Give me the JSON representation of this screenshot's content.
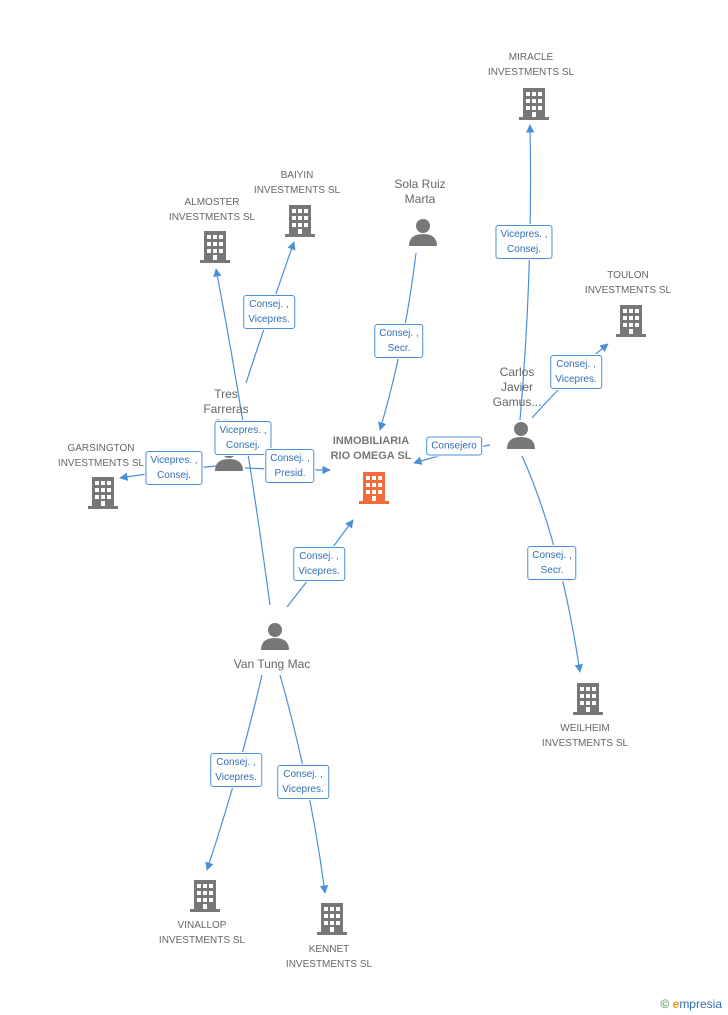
{
  "colors": {
    "edge": "#4a90d9",
    "node": "#777777",
    "focus": "#f26b3a"
  },
  "nodes": {
    "focus": {
      "label": "INMOBILIARIA\nRIO OMEGA SL",
      "icon": "building-icon"
    },
    "miracle": {
      "label": "MIRACLE\nINVESTMENTS SL",
      "icon": "building-icon"
    },
    "baiyin": {
      "label": "BAIYIN\nINVESTMENTS SL",
      "icon": "building-icon"
    },
    "almoster": {
      "label": "ALMOSTER\nINVESTMENTS SL",
      "icon": "building-icon"
    },
    "toulon": {
      "label": "TOULON\nINVESTMENTS SL",
      "icon": "building-icon"
    },
    "garsington": {
      "label": "GARSINGTON\nINVESTMENTS SL",
      "icon": "building-icon"
    },
    "weilheim": {
      "label": "WEILHEIM\nINVESTMENTS SL",
      "icon": "building-icon"
    },
    "vinallop": {
      "label": "VINALLOP\nINVESTMENTS SL",
      "icon": "building-icon"
    },
    "kennet": {
      "label": "KENNET\nINVESTMENTS SL",
      "icon": "building-icon"
    },
    "sola": {
      "label": "Sola Ruiz\nMarta",
      "icon": "person-icon"
    },
    "carlos": {
      "label": "Carlos\nJavier\nGamus...",
      "icon": "person-icon"
    },
    "tres": {
      "label": "Tres\nFarreras\nGil...",
      "icon": "person-icon"
    },
    "van": {
      "label": "Van Tung Mac",
      "icon": "person-icon"
    }
  },
  "edges": {
    "carlos_miracle": "Vicepres. ,\nConsej.",
    "carlos_toulon": "Consej. ,\nVicepres.",
    "carlos_focus": "Consejero",
    "carlos_weilheim": "Consej. ,\nSecr.",
    "sola_focus": "Consej. ,\nSecr.",
    "tres_baiyin": "Consej. ,\nVicepres.",
    "tres_almoster": "Vicepres. ,\nConsej.",
    "tres_garsington": "Vicepres. ,\nConsej.",
    "tres_focus": "Consej. ,\nPresid.",
    "van_focus": "Consej. ,\nVicepres.",
    "van_vinallop": "Consej. ,\nVicepres.",
    "van_kennet": "Consej. ,\nVicepres."
  },
  "footer": {
    "copyright": "©",
    "brand_e": "e",
    "brand_rest": "mpresia"
  }
}
